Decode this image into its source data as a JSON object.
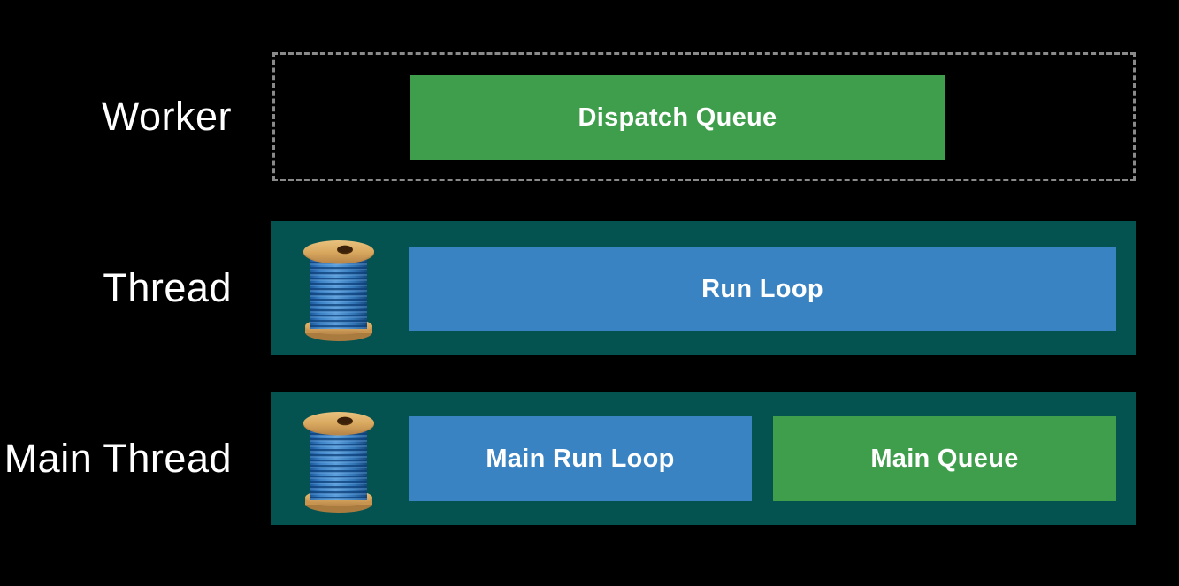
{
  "colors": {
    "background": "#000000",
    "lane_teal": "#045351",
    "queue_green": "#3f9e4b",
    "queue_blue": "#3a83c3",
    "dashed_border": "#8a8a8a",
    "text": "#ffffff"
  },
  "rows": [
    {
      "label": "Worker",
      "lane_style": "dashed-outline",
      "boxes": [
        {
          "label": "Dispatch Queue",
          "color": "green"
        }
      ]
    },
    {
      "label": "Thread",
      "lane_style": "solid-teal",
      "icon": "thread-spool",
      "boxes": [
        {
          "label": "Run Loop",
          "color": "blue"
        }
      ]
    },
    {
      "label": "Main Thread",
      "lane_style": "solid-teal",
      "icon": "thread-spool",
      "boxes": [
        {
          "label": "Main Run Loop",
          "color": "blue"
        },
        {
          "label": "Main Queue",
          "color": "green"
        }
      ]
    }
  ]
}
